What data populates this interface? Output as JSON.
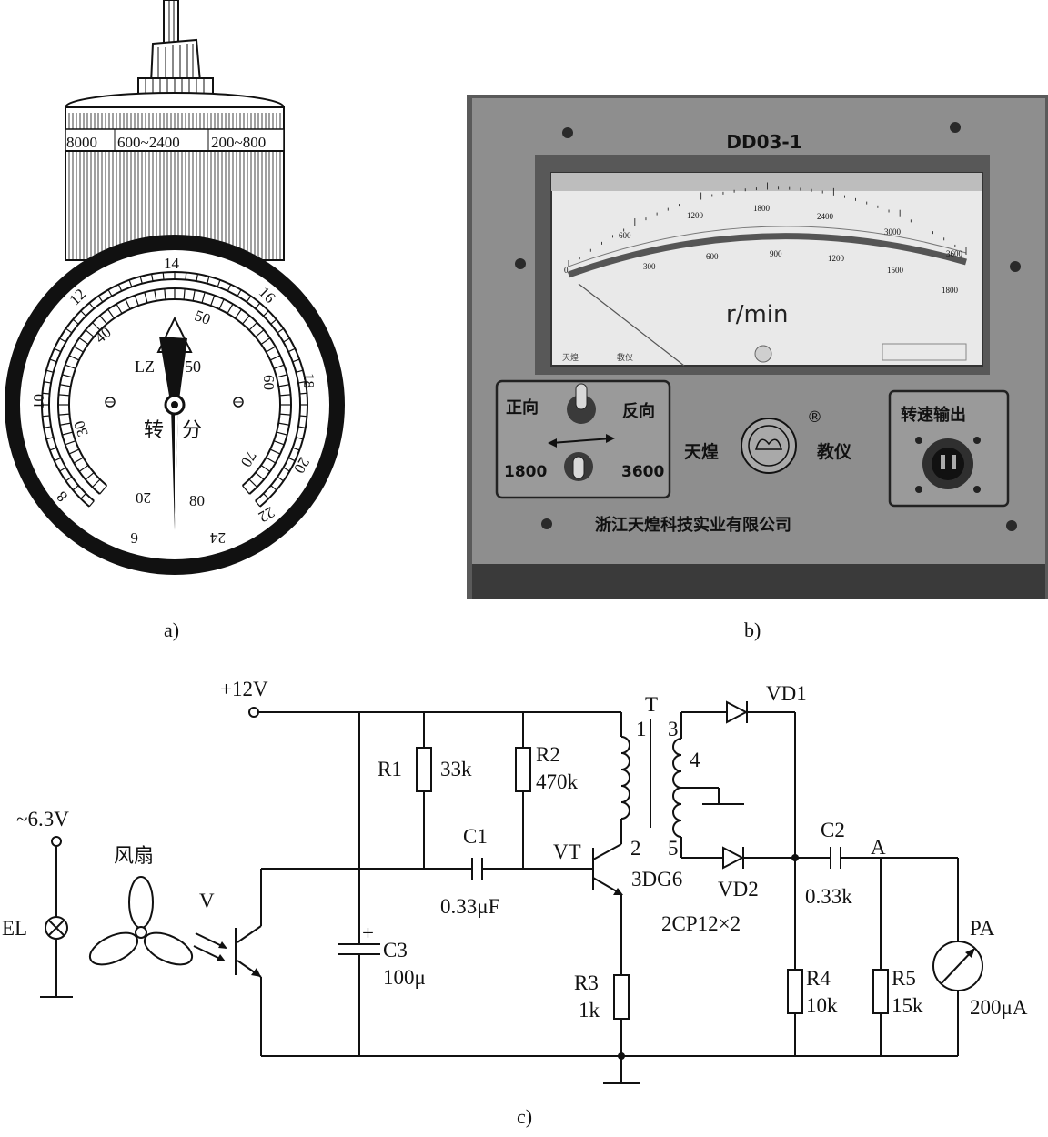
{
  "captions": {
    "a": "a)",
    "b": "b)",
    "c": "c)"
  },
  "tachometer_a": {
    "head_ranges": [
      "8000",
      "600~2400",
      "200~800"
    ],
    "outer_scale": [
      "6",
      "8",
      "10",
      "12",
      "14",
      "16",
      "18",
      "20",
      "22",
      "24"
    ],
    "inner_scale": [
      "20",
      "30",
      "40",
      "50",
      "60",
      "70",
      "80"
    ],
    "model": "LZ",
    "model_value": "50",
    "unit_left": "转",
    "unit_right": "分"
  },
  "meter_b": {
    "model": "DD03-1",
    "upper_scale": [
      "0",
      "600",
      "1200",
      "1800",
      "2400",
      "3000",
      "3600"
    ],
    "lower_scale": [
      "300",
      "600",
      "900",
      "1200",
      "1500",
      "1800"
    ],
    "unit": "r/min",
    "switch_dir_left": "正向",
    "switch_dir_right": "反向",
    "switch_range_left": "1800",
    "switch_range_right": "3600",
    "brand_left": "天煌",
    "brand_right": "教仪",
    "registered": "®",
    "output_label": "转速输出",
    "company": "浙江天煌科技实业有限公司",
    "dial_brand_left": "天煌",
    "dial_brand_right": "教仪"
  },
  "circuit_c": {
    "supply": "+12V",
    "ac_supply": "~6.3V",
    "lamp": "EL",
    "fan": "风扇",
    "phototransistor": "V",
    "r1": "R1",
    "r1_val": "33k",
    "r2": "R2",
    "r2_val": "470k",
    "r3": "R3",
    "r3_val": "1k",
    "r4": "R4",
    "r4_val": "10k",
    "r5": "R5",
    "r5_val": "15k",
    "c1": "C1",
    "c1_val": "0.33μF",
    "c2": "C2",
    "c2_val": "0.33k",
    "c3": "C3",
    "c3_val": "100μ",
    "transistor": "VT",
    "transistor_model": "3DG6",
    "transformer": "T",
    "pins": [
      "1",
      "2",
      "3",
      "4",
      "5"
    ],
    "vd1": "VD1",
    "vd2": "VD2",
    "diode_model": "2CP12×2",
    "node_a": "A",
    "meter": "PA",
    "meter_val": "200μA",
    "plus": "+"
  }
}
